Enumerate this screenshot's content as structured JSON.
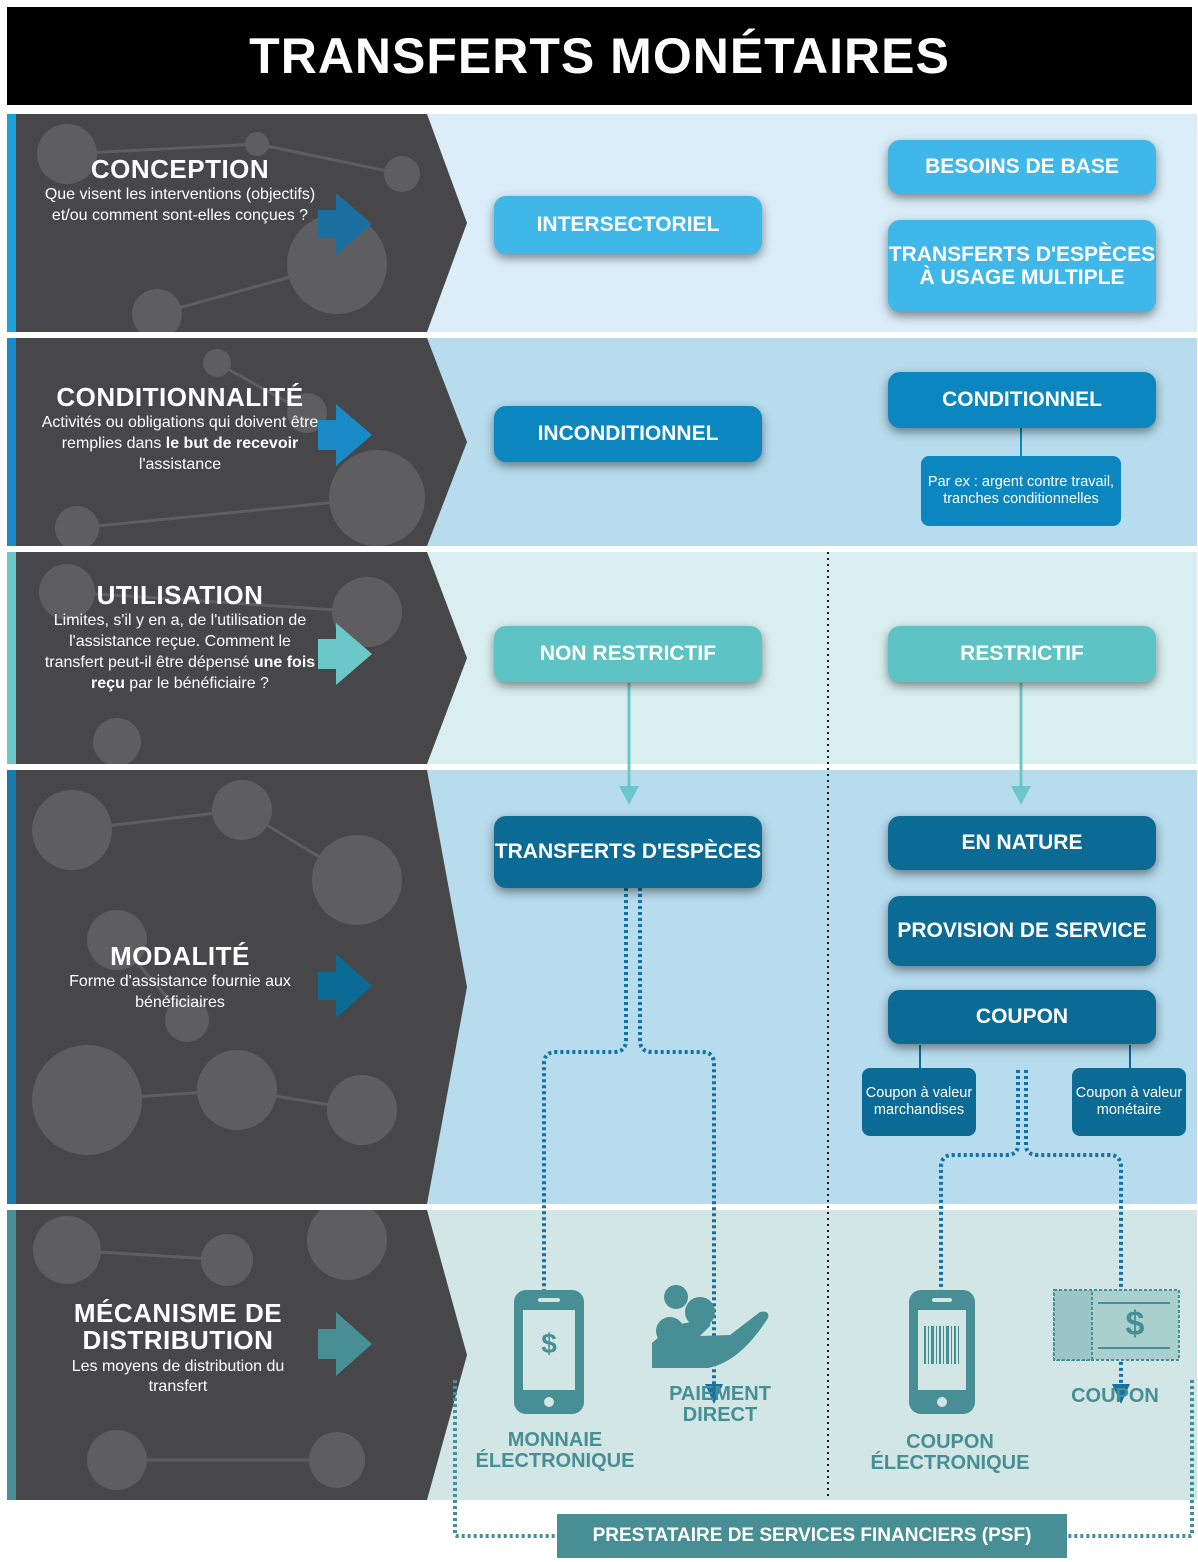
{
  "title": "TRANSFERTS MONÉTAIRES",
  "colors": {
    "conception": "#daedf9",
    "conditionnalite": "#b7dcee",
    "utilisation": "#d9efef",
    "modalite": "#b7dcee",
    "mecanisme": "#d3e6e6",
    "dark_panel": "#4a4a4c",
    "teal": "#478f94"
  },
  "rows": {
    "conception": {
      "title": "CONCEPTION",
      "desc": "Que visent les interventions (objectifs) et/ou comment sont-elles conçues ?",
      "boxes": [
        "INTERSECTORIEL",
        "BESOINS DE BASE",
        "TRANSFERTS D'ESPÈCES À USAGE MULTIPLE"
      ]
    },
    "conditionnalite": {
      "title": "CONDITIONNALITÉ",
      "desc_pre": "Activités ou obligations qui doivent être remplies dans ",
      "desc_bold": "le but de recevoir",
      "desc_post": " l'assistance",
      "boxes": [
        "INCONDITIONNEL",
        "CONDITIONNEL"
      ],
      "note": "Par ex : argent contre travail, tranches conditionnelles"
    },
    "utilisation": {
      "title": "UTILISATION",
      "desc_pre": "Limites, s'il y en a, de l'utilisation de l'assistance reçue. Comment le transfert peut-il être dépensé ",
      "desc_bold": "une fois reçu",
      "desc_post": " par le bénéficiaire ?",
      "boxes": [
        "NON RESTRICTIF",
        "RESTRICTIF"
      ]
    },
    "modalite": {
      "title": "MODALITÉ",
      "desc": "Forme d'assistance fournie aux bénéficiaires",
      "boxes": [
        "TRANSFERTS D'ESPÈCES",
        "EN NATURE",
        "PROVISION DE SERVICE",
        "COUPON"
      ],
      "coupon_types": [
        "Coupon à valeur marchandises",
        "Coupon à valeur monétaire"
      ]
    },
    "mecanisme": {
      "title": "MÉCANISME DE DISTRIBUTION",
      "desc": "Les moyens de distribution du transfert",
      "items": [
        "MONNAIE ÉLECTRONIQUE",
        "PAIEMENT DIRECT",
        "COUPON ÉLECTRONIQUE",
        "COUPON"
      ],
      "currency_symbol": "$"
    }
  },
  "footer": "PRESTATAIRE DE SERVICES FINANCIERS (PSF)"
}
